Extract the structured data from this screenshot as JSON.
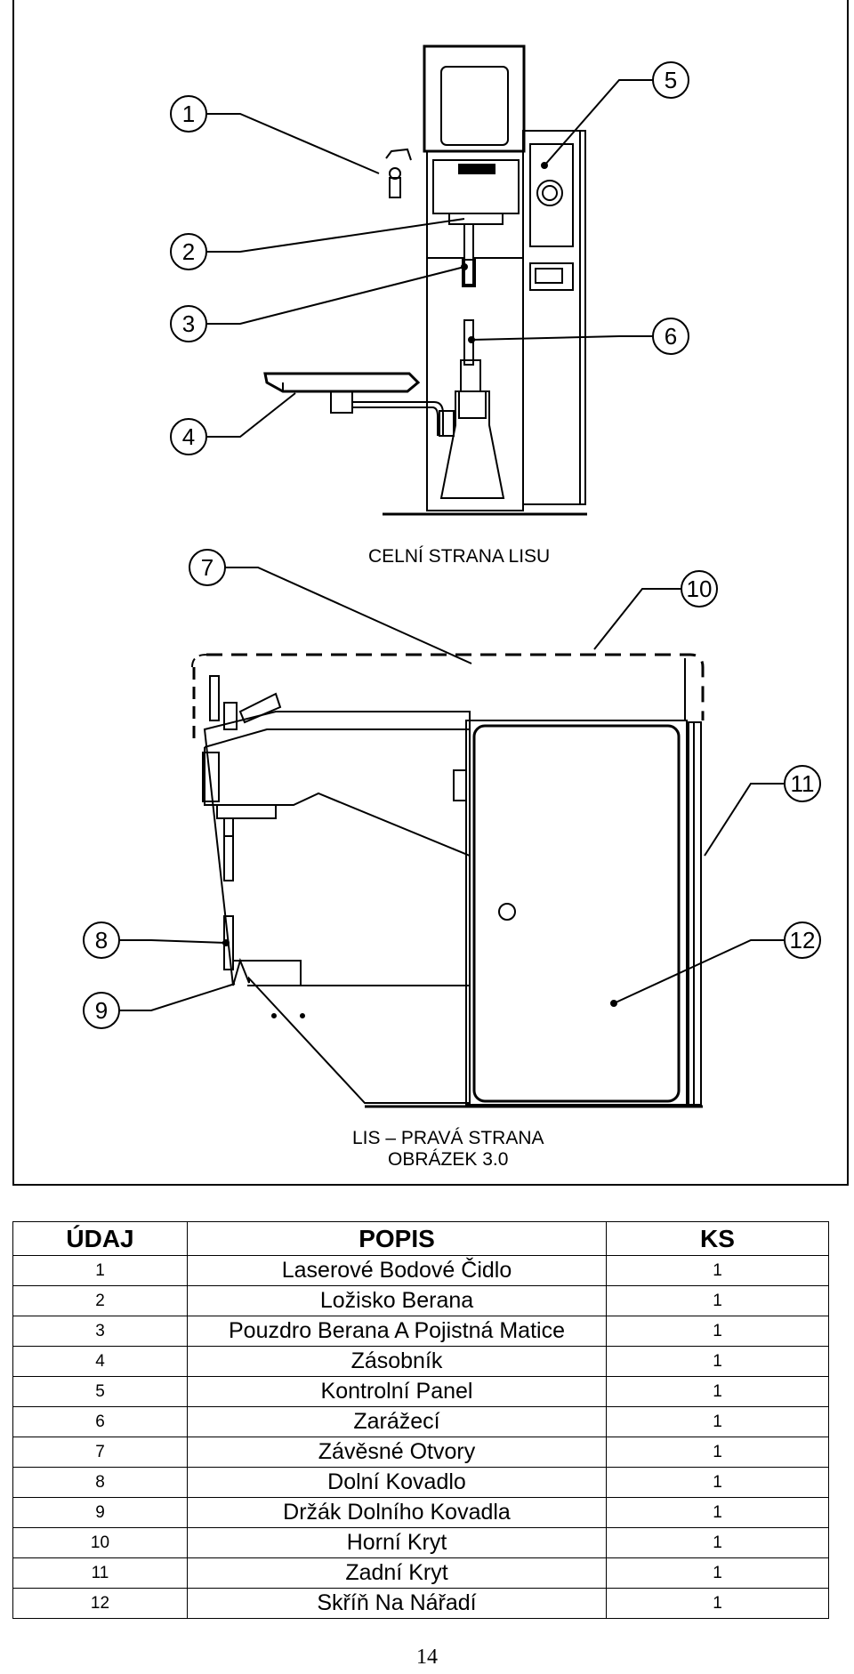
{
  "captions": {
    "front": "CELNÍ STRANA LISU",
    "right_line1": "LIS – PRAVÁ STRANA",
    "right_line2": "OBRÁZEK 3.0"
  },
  "callouts": [
    "1",
    "2",
    "3",
    "4",
    "5",
    "6",
    "7",
    "8",
    "9",
    "10",
    "11",
    "12"
  ],
  "table": {
    "headers": {
      "no": "ÚDAJ",
      "desc": "POPIS",
      "qty": "KS"
    },
    "rows": [
      {
        "no": "1",
        "desc": "Laserové Bodové Čidlo",
        "qty": "1"
      },
      {
        "no": "2",
        "desc": "Ložisko Berana",
        "qty": "1"
      },
      {
        "no": "3",
        "desc": "Pouzdro Berana A Pojistná Matice",
        "qty": "1"
      },
      {
        "no": "4",
        "desc": "Zásobník",
        "qty": "1"
      },
      {
        "no": "5",
        "desc": "Kontrolní Panel",
        "qty": "1"
      },
      {
        "no": "6",
        "desc": "Zarážecí",
        "qty": "1"
      },
      {
        "no": "7",
        "desc": "Závěsné Otvory",
        "qty": "1"
      },
      {
        "no": "8",
        "desc": "Dolní Kovadlo",
        "qty": "1"
      },
      {
        "no": "9",
        "desc": "Držák Dolního Kovadla",
        "qty": "1"
      },
      {
        "no": "10",
        "desc": "Horní Kryt",
        "qty": "1"
      },
      {
        "no": "11",
        "desc": "Zadní Kryt",
        "qty": "1"
      },
      {
        "no": "12",
        "desc": "Skříň Na Nářadí",
        "qty": "1"
      }
    ]
  },
  "page_number": "14"
}
